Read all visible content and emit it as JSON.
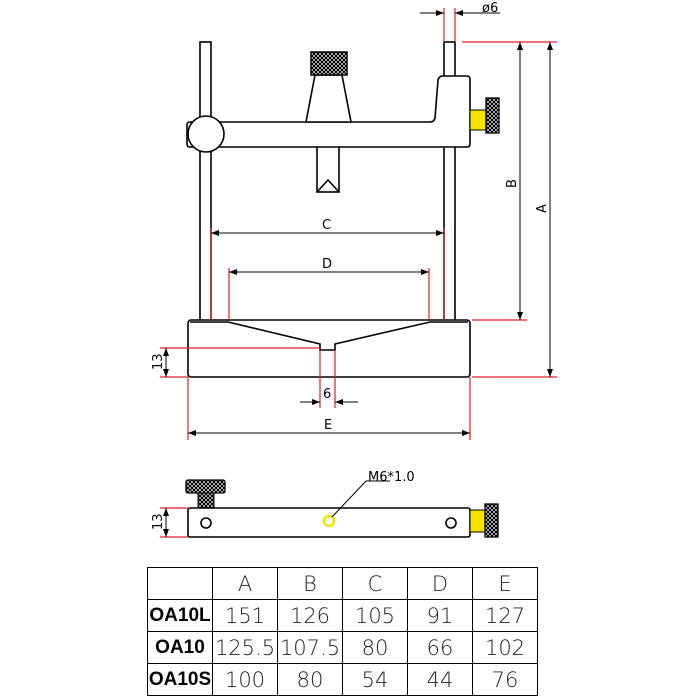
{
  "labels": {
    "dia": "ø6",
    "A": "A",
    "B": "B",
    "C": "C",
    "D": "D",
    "E": "E",
    "h13_front": "13",
    "w6": "6",
    "h13_side": "13",
    "thread": "M6*1.0"
  },
  "colors": {
    "dimension": "#e0202a",
    "brass": "#f5e200"
  },
  "table": {
    "headers": [
      "",
      "A",
      "B",
      "C",
      "D",
      "E"
    ],
    "rows": [
      {
        "model": "OA10L",
        "values": [
          "151",
          "126",
          "105",
          "91",
          "127"
        ]
      },
      {
        "model": "OA10",
        "values": [
          "125.5",
          "107.5",
          "80",
          "66",
          "102"
        ]
      },
      {
        "model": "OA10S",
        "values": [
          "100",
          "80",
          "54",
          "44",
          "76"
        ]
      }
    ]
  }
}
